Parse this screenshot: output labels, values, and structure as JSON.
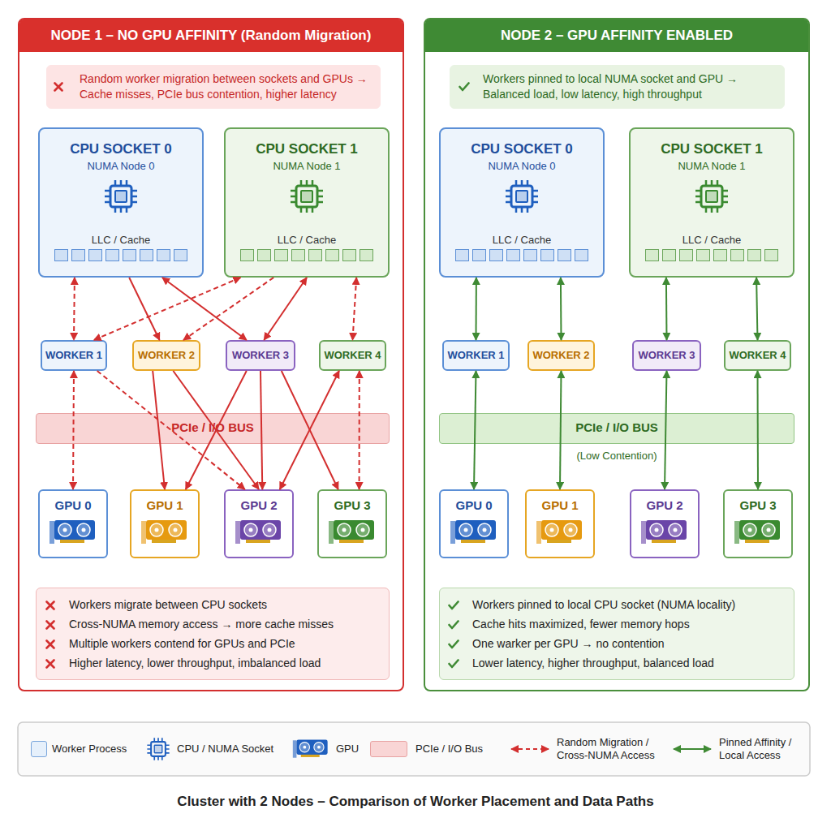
{
  "diagram": {
    "caption": "Cluster with 2 Nodes – Comparison of Worker Placement and Data Paths",
    "nodes": [
      {
        "text": [
          "NODE 1 – NO GPU AFFINITY (Random Migration)"
        ]
      },
      {
        "text": [
          "Random worker migration between sockets and GPUs → Cache misses, PCIe bus contention, higher latency"
        ],
        "in": 0
      },
      {
        "text": [
          "CPU SOCKET 0",
          "NUMA Node 0",
          "LLC / Cache"
        ],
        "in": 0
      },
      {
        "text": [
          "CPU SOCKET 1",
          "NUMA Node 1",
          "LLC / Cache"
        ],
        "in": 0
      },
      {
        "text": [
          "WORKER 1"
        ],
        "in": 0
      },
      {
        "text": [
          "WORKER 2"
        ],
        "in": 0
      },
      {
        "text": [
          "WORKER 3"
        ],
        "in": 0
      },
      {
        "text": [
          "WORKER 4"
        ],
        "in": 0
      },
      {
        "text": [
          "PCIe / I/O BUS"
        ],
        "in": 0
      },
      {
        "text": [
          "GPU 0"
        ],
        "in": 0
      },
      {
        "text": [
          "GPU 1"
        ],
        "in": 0
      },
      {
        "text": [
          "GPU 2"
        ],
        "in": 0
      },
      {
        "text": [
          "GPU 3"
        ],
        "in": 0
      },
      {
        "text": [
          "Workers migrate between CPU sockets",
          "Cross-NUMA memory access → more cache misses",
          "Multiple workers contend for GPUs and PCIe",
          "Higher latency, lower throughput, imbalanced load"
        ],
        "in": 0
      },
      {
        "text": [
          "NODE 2 – GPU AFFINITY ENABLED"
        ]
      },
      {
        "text": [
          "Workers pinned to local NUMA socket and GPU → Balanced load, low latency, high throughput"
        ],
        "in": 14
      },
      {
        "text": [
          "CPU SOCKET 0",
          "NUMA Node 0",
          "LLC / Cache"
        ],
        "in": 14
      },
      {
        "text": [
          "CPU SOCKET 1",
          "NUMA Node 1",
          "LLC / Cache"
        ],
        "in": 14
      },
      {
        "text": [
          "WORKER 1"
        ],
        "in": 14
      },
      {
        "text": [
          "WORKER 2"
        ],
        "in": 14
      },
      {
        "text": [
          "WORKER 3"
        ],
        "in": 14
      },
      {
        "text": [
          "WORKER 4"
        ],
        "in": 14
      },
      {
        "text": [
          "PCIe / I/O BUS",
          "(Low Contention)"
        ],
        "in": 14
      },
      {
        "text": [
          "GPU 0"
        ],
        "in": 14
      },
      {
        "text": [
          "GPU 1"
        ],
        "in": 14
      },
      {
        "text": [
          "GPU 2"
        ],
        "in": 14
      },
      {
        "text": [
          "GPU 3"
        ],
        "in": 14
      },
      {
        "text": [
          "Workers pinned to local CPU socket (NUMA locality)",
          "Cache hits maximized, fewer memory hops",
          "One warker per GPU → no contention",
          "Lower latency, higher throughput, balanced load"
        ],
        "in": 14
      }
    ],
    "edges": [
      {
        "from": 2,
        "to": 4,
        "arrow": "both"
      },
      {
        "from": 2,
        "to": 5,
        "arrow": "to"
      },
      {
        "from": 2,
        "to": 6,
        "arrow": "both"
      },
      {
        "from": 3,
        "to": 4,
        "arrow": "both"
      },
      {
        "from": 3,
        "to": 5,
        "arrow": "to"
      },
      {
        "from": 3,
        "to": 6,
        "arrow": "both"
      },
      {
        "from": 3,
        "to": 7,
        "arrow": "both"
      },
      {
        "from": 4,
        "to": 9,
        "arrow": "both"
      },
      {
        "from": 4,
        "to": 11,
        "arrow": "to"
      },
      {
        "from": 5,
        "to": 10,
        "arrow": "to"
      },
      {
        "from": 5,
        "to": 11,
        "arrow": "to"
      },
      {
        "from": 6,
        "to": 10,
        "arrow": "to"
      },
      {
        "from": 6,
        "to": 11,
        "arrow": "to"
      },
      {
        "from": 6,
        "to": 12,
        "arrow": "to"
      },
      {
        "from": 7,
        "to": 11,
        "arrow": "both"
      },
      {
        "from": 7,
        "to": 12,
        "arrow": "both"
      },
      {
        "from": 16,
        "to": 18,
        "arrow": "both"
      },
      {
        "from": 16,
        "to": 19,
        "arrow": "both"
      },
      {
        "from": 17,
        "to": 20,
        "arrow": "both"
      },
      {
        "from": 17,
        "to": 21,
        "arrow": "both"
      },
      {
        "from": 18,
        "to": 23,
        "arrow": "both"
      },
      {
        "from": 19,
        "to": 24,
        "arrow": "both"
      },
      {
        "from": 20,
        "to": 25,
        "arrow": "both"
      },
      {
        "from": 21,
        "to": 26,
        "arrow": "both"
      }
    ],
    "legend": [
      {
        "text": "Worker Process",
        "color": "#e6f0fb"
      },
      {
        "text": "CPU / NUMA Socket"
      },
      {
        "text": "GPU"
      },
      {
        "text": "PCIe / I/O Bus",
        "color": "#f9d5d5"
      },
      {
        "text": "Random Migration / Cross-NUMA Access"
      },
      {
        "text": "Pinned Affinity / Local Access"
      }
    ]
  }
}
